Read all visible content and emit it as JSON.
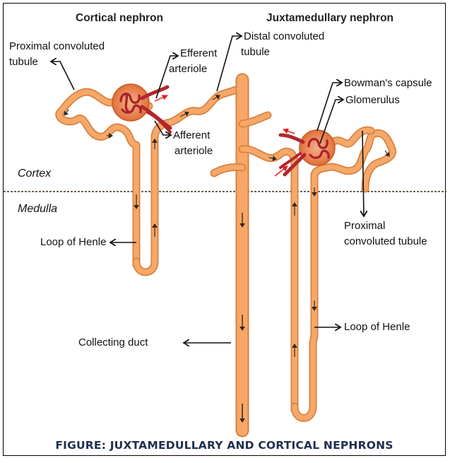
{
  "headers": {
    "cortical": "Cortical nephron",
    "juxtamedullary": "Juxtamedullary nephron"
  },
  "regions": {
    "cortex": "Cortex",
    "medulla": "Medulla"
  },
  "labels": {
    "proximal_left_1": "Proximal convoluted",
    "proximal_left_2": "tubule",
    "efferent_1": "Efferent",
    "efferent_2": "arteriole",
    "afferent_1": "Afferent",
    "afferent_2": "arteriole",
    "distal_1": "Distal convoluted",
    "distal_2": "tubule",
    "bowmans": "Bowman's capsule",
    "glomerulus": "Glomerulus",
    "proximal_right_1": "Proximal",
    "proximal_right_2": "convoluted tubule",
    "loop_left": "Loop of Henle",
    "loop_right": "Loop of Henle",
    "collecting": "Collecting duct"
  },
  "caption": "FIGURE: JUXTAMEDULLARY AND CORTICAL NEPHRONS",
  "colors": {
    "tubule_fill": "#f5a86a",
    "tubule_edge": "#d9813e",
    "vessel": "#b3262d",
    "capsule": "#e0703a",
    "flow_arrow": "#e02020",
    "line": "#111111"
  }
}
